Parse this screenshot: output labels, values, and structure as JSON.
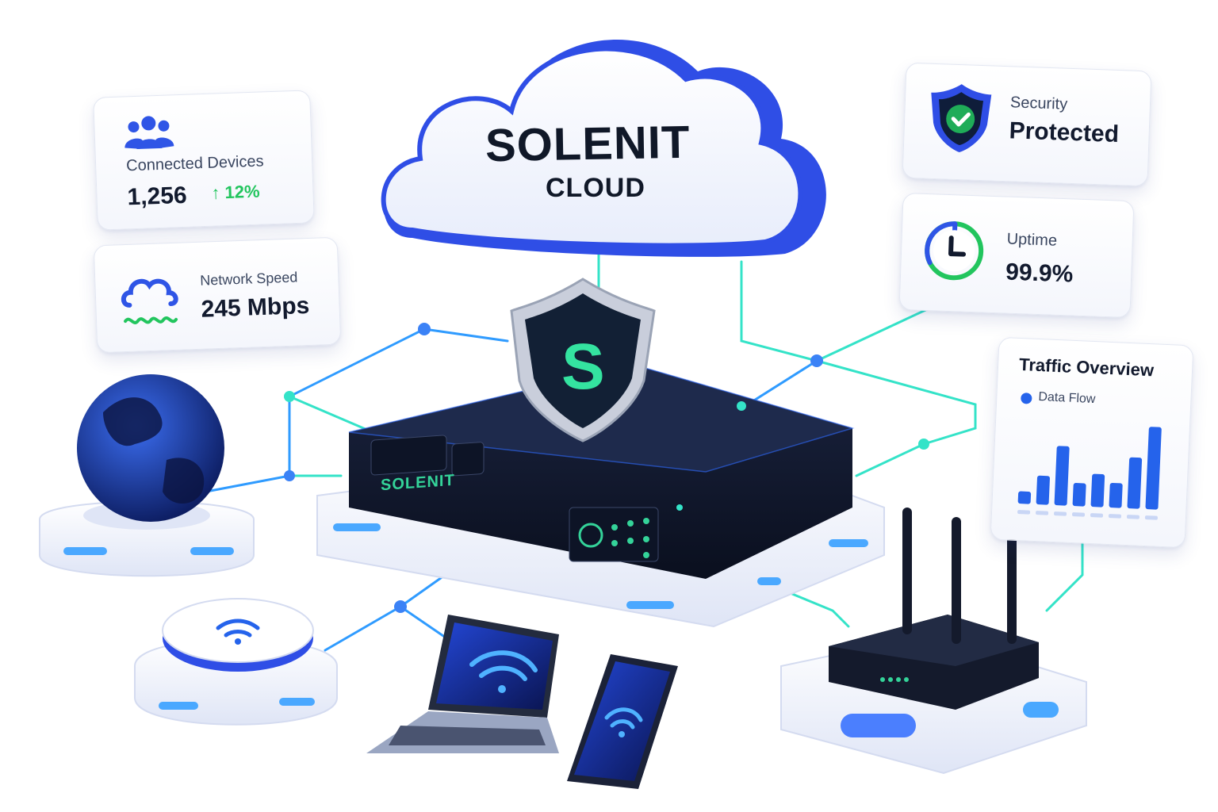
{
  "brand": {
    "name": "SOLENIT",
    "subtitle": "CLOUD",
    "device_logo": "SOLENIT",
    "shield_letter": "S"
  },
  "cards": {
    "connected_devices": {
      "label": "Connected Devices",
      "value": "1,256",
      "change": "↑ 12%",
      "icon": "users-icon"
    },
    "network_speed": {
      "label": "Network Speed",
      "value": "245 Mbps",
      "icon": "cloud-wave-icon"
    },
    "security": {
      "label": "Security",
      "value": "Protected",
      "icon": "shield-check-icon"
    },
    "uptime": {
      "label": "Uptime",
      "value": "99.9%",
      "icon": "clock-icon"
    },
    "traffic": {
      "title": "Traffic Overview",
      "legend": "Data Flow",
      "bar_levels": [
        0.15,
        0.35,
        0.72,
        0.28,
        0.4,
        0.3,
        0.62,
        1.0
      ]
    }
  },
  "colors": {
    "accent_blue": "#2563eb",
    "accent_green": "#22c55e",
    "neon_cyan": "#34e3c8",
    "dark": "#101828"
  }
}
